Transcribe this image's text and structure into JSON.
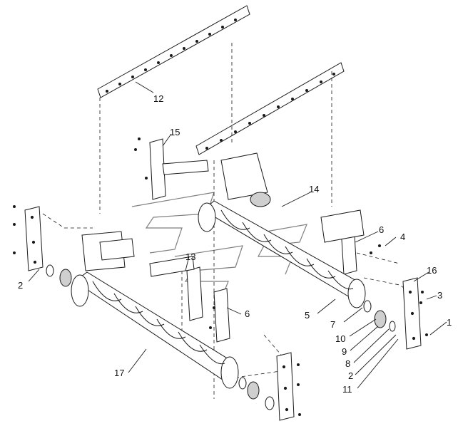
{
  "colors": {
    "line": "#1a1a1a",
    "fill": "#ffffff",
    "part_shade": "#cfcfcf",
    "watermark": "#555555"
  },
  "watermark_icon": "stylized-s-logo",
  "callouts": [
    {
      "id": "c12",
      "text": "12"
    },
    {
      "id": "c15",
      "text": "15"
    },
    {
      "id": "c14",
      "text": "14"
    },
    {
      "id": "c6a",
      "text": "6"
    },
    {
      "id": "c4",
      "text": "4"
    },
    {
      "id": "c13",
      "text": "13"
    },
    {
      "id": "c16",
      "text": "16"
    },
    {
      "id": "c3",
      "text": "3"
    },
    {
      "id": "c2a",
      "text": "2"
    },
    {
      "id": "c6b",
      "text": "6"
    },
    {
      "id": "c5",
      "text": "5"
    },
    {
      "id": "c7",
      "text": "7"
    },
    {
      "id": "c10",
      "text": "10"
    },
    {
      "id": "c1",
      "text": "1"
    },
    {
      "id": "c9",
      "text": "9"
    },
    {
      "id": "c8",
      "text": "8"
    },
    {
      "id": "c2b",
      "text": "2"
    },
    {
      "id": "c11",
      "text": "11"
    },
    {
      "id": "c17",
      "text": "17"
    }
  ]
}
